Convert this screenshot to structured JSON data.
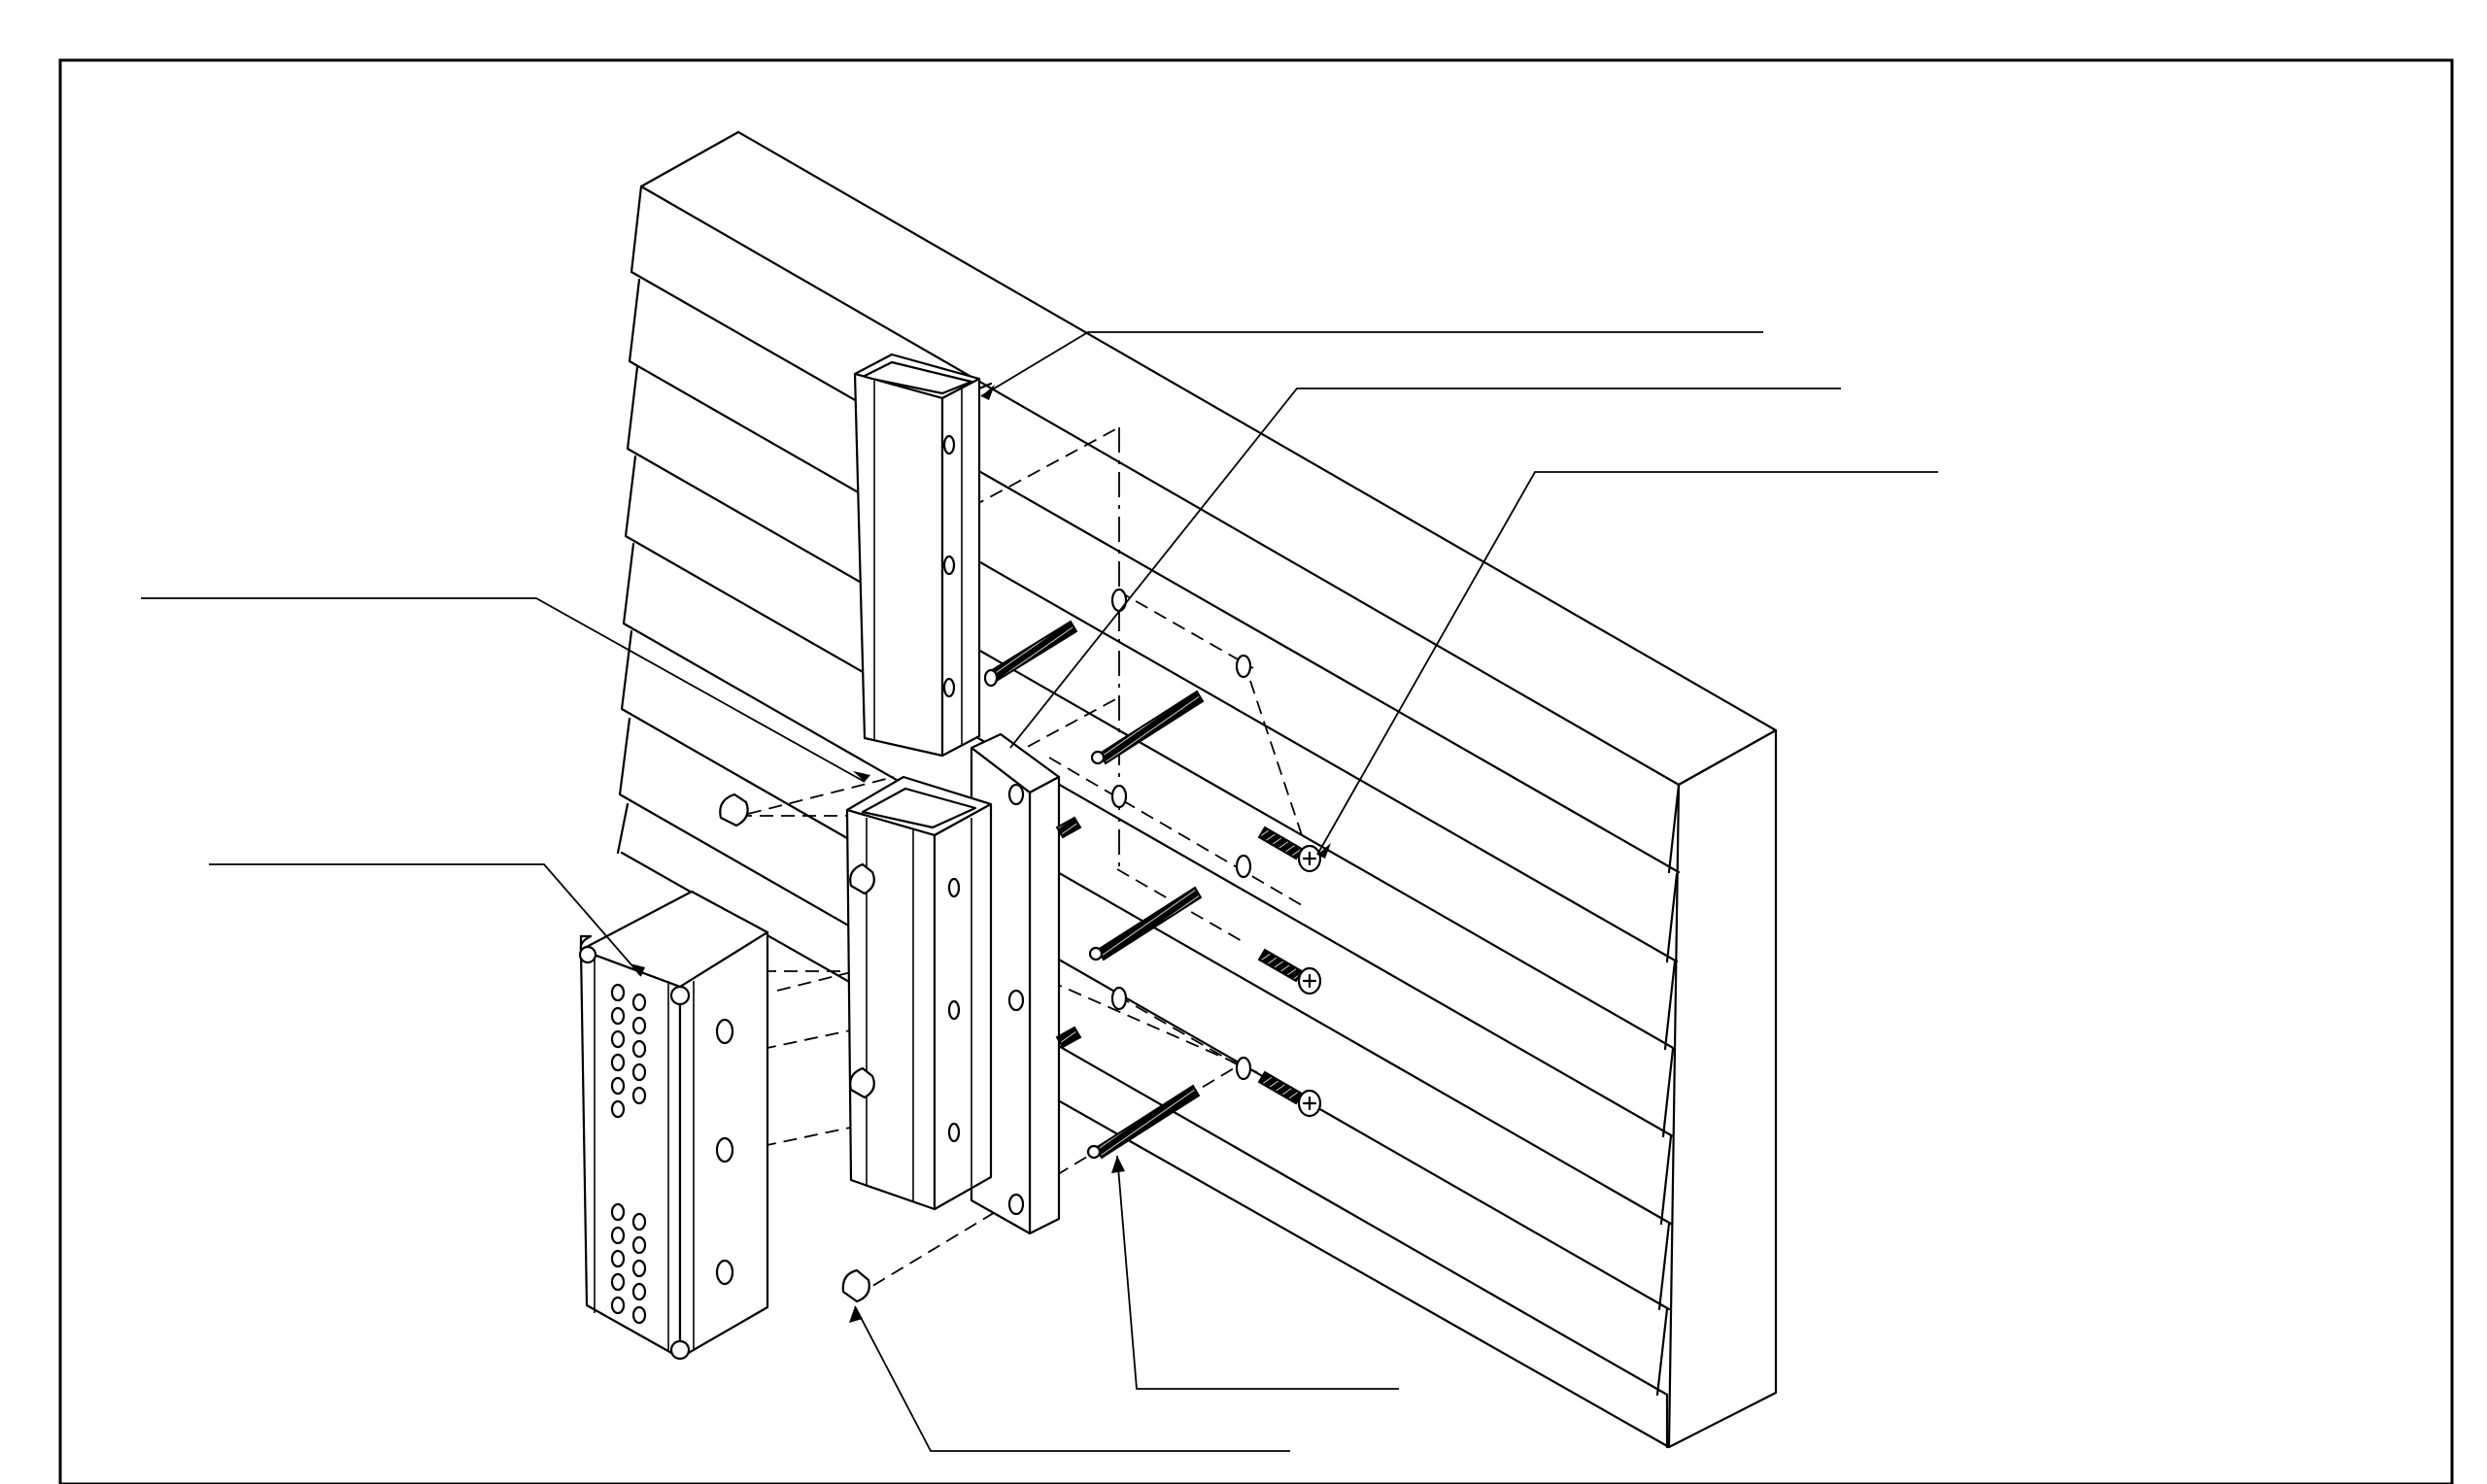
{
  "drawing": {
    "description_text": "",
    "callouts": [
      {
        "id": "tube-upper",
        "label": ""
      },
      {
        "id": "mount-plate",
        "label": ""
      },
      {
        "id": "wood-screw",
        "label": ""
      },
      {
        "id": "tube-lower",
        "label": ""
      },
      {
        "id": "end-cap",
        "label": ""
      },
      {
        "id": "threaded-rod",
        "label": ""
      },
      {
        "id": "acorn-nut",
        "label": ""
      }
    ]
  }
}
